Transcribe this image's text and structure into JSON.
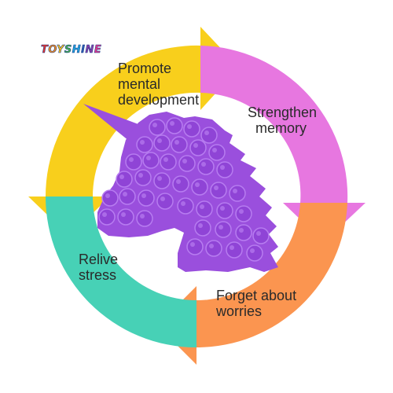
{
  "brand": {
    "name": "TOYSHINE",
    "letters": [
      "T",
      "O",
      "Y",
      "S",
      "H",
      "I",
      "N",
      "E"
    ],
    "letter_colors": [
      "#e8332a",
      "#f28c1e",
      "#f7c21b",
      "#49b548",
      "#1fa6de",
      "#2a5db0",
      "#8a3fa8",
      "#e6398c"
    ]
  },
  "segments": {
    "promote": {
      "lines": [
        "Promote",
        "mental",
        "development"
      ],
      "color": "#f8cf1c"
    },
    "strengthen": {
      "lines": [
        "Strengthen",
        "memory"
      ],
      "color": "#e777e0"
    },
    "forget": {
      "lines": [
        "Forget about",
        "worries"
      ],
      "color": "#fb9550"
    },
    "relive": {
      "lines": [
        "Relive",
        "stress"
      ],
      "color": "#47d1b6"
    }
  },
  "toy": {
    "name": "unicorn-pop-it",
    "color": "#9a4fdd",
    "bubble_color": "#8f44d6",
    "highlight_color": "#b77cf0"
  }
}
